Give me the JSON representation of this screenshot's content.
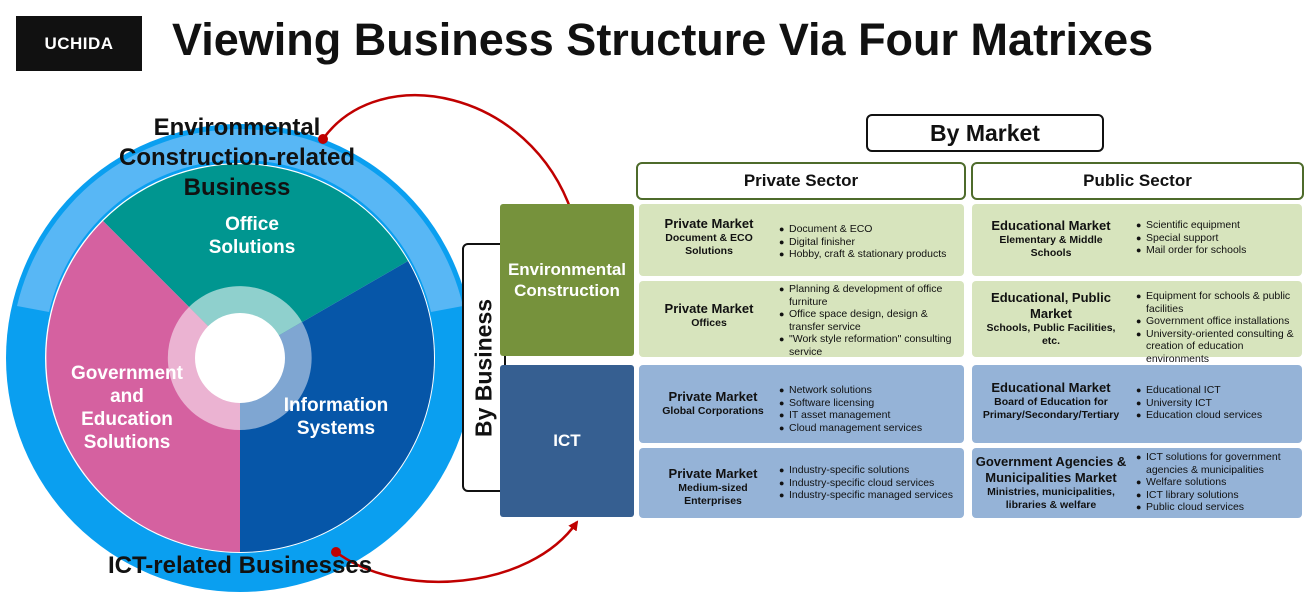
{
  "header": {
    "logo": "UCHIDA",
    "title": "Viewing Business Structure Via Four Matrixes"
  },
  "circle": {
    "outer_top": "Environmental\nConstruction-related\nBusiness",
    "outer_bottom": "ICT-related Businesses",
    "office": "Office\nSolutions",
    "government": "Government\nand\nEducation\nSolutions",
    "information": "Information\nSystems"
  },
  "axes": {
    "by_market": "By Market",
    "by_business": "By Business"
  },
  "columns": {
    "private": "Private Sector",
    "public": "Public Sector"
  },
  "rows": {
    "env": "Environmental\nConstruction",
    "ict": "ICT"
  },
  "cells": [
    {
      "market": "Private Market",
      "sub": "Document & ECO\nSolutions",
      "items": [
        "Document & ECO",
        "Digital finisher",
        "Hobby, craft & stationary products"
      ]
    },
    {
      "market": "Educational  Market",
      "sub": "Elementary & Middle\nSchools",
      "items": [
        "Scientific equipment",
        "Special support",
        "Mail order for schools"
      ]
    },
    {
      "market": "Private Market",
      "sub": "Offices",
      "items": [
        "Planning & development of office furniture",
        "Office space design, design & transfer service",
        "\"Work style reformation\" consulting service"
      ]
    },
    {
      "market": "Educational, Public\nMarket",
      "sub": "Schools, Public Facilities,\netc.",
      "items": [
        "Equipment  for schools & public facilities",
        "Government  office installations",
        "University-oriented consulting & creation of education environments"
      ]
    },
    {
      "market": "Private Market",
      "sub": "Global Corporations",
      "items": [
        "Network solutions",
        "Software licensing",
        "IT  asset management",
        "Cloud management services"
      ]
    },
    {
      "market": "Educational Market",
      "sub": "Board of Education for\nPrimary/Secondary/Tertiary",
      "items": [
        "Educational ICT",
        "University ICT",
        "Education cloud services"
      ]
    },
    {
      "market": "Private Market",
      "sub": "Medium-sized\nEnterprises",
      "items": [
        "Industry-specific  solutions",
        "Industry-specific  cloud services",
        "Industry-specific  managed services"
      ]
    },
    {
      "market": "Government Agencies &\nMunicipalities Market",
      "sub": "Ministries, municipalities,\nlibraries & welfare",
      "items": [
        "ICT solutions for government agencies & municipalities",
        "Welfare solutions",
        "ICT library solutions",
        "Public cloud services"
      ]
    }
  ],
  "colors": {
    "outer_top": "#58b7f5",
    "outer_bottom": "#0a9ff0",
    "office": "#009690",
    "government": "#d561a0",
    "information": "#0656a8",
    "row_env": "#76923c",
    "row_ict": "#365f91",
    "cell_green": "#d7e4bd",
    "cell_blue": "#95b3d7",
    "arrow": "#c00000"
  }
}
